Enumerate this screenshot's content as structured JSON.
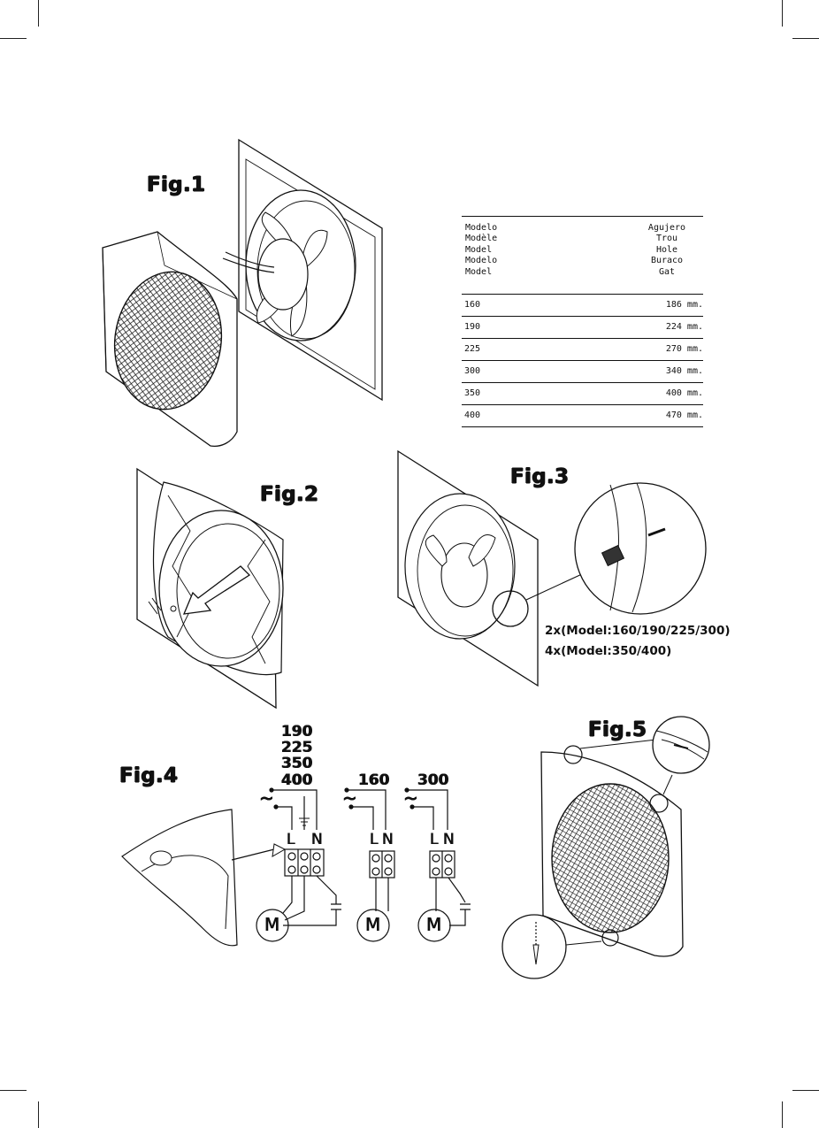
{
  "figures": {
    "fig1": "Fig.1",
    "fig2": "Fig.2",
    "fig3": "Fig.3",
    "fig4": "Fig.4",
    "fig5": "Fig.5"
  },
  "table": {
    "left_header": [
      "Modelo",
      "Modèle",
      "Model",
      "Modelo",
      "Model"
    ],
    "right_header": [
      "Agujero",
      "Trou",
      "Hole",
      "Buraco",
      "Gat"
    ],
    "rows": [
      {
        "model": "160",
        "hole": "186 mm."
      },
      {
        "model": "190",
        "hole": "224 mm."
      },
      {
        "model": "225",
        "hole": "270 mm."
      },
      {
        "model": "300",
        "hole": "340 mm."
      },
      {
        "model": "350",
        "hole": "400 mm."
      },
      {
        "model": "400",
        "hole": "470 mm."
      }
    ]
  },
  "fig3_notes": {
    "line1": "2x(Model:160/190/225/300)",
    "line2": "4x(Model:350/400)"
  },
  "wiring": {
    "group1_models": [
      "190",
      "225",
      "350",
      "400"
    ],
    "group2_model": "160",
    "group3_model": "300",
    "tilde": "~",
    "L": "L",
    "N": "N",
    "motor": "M"
  }
}
